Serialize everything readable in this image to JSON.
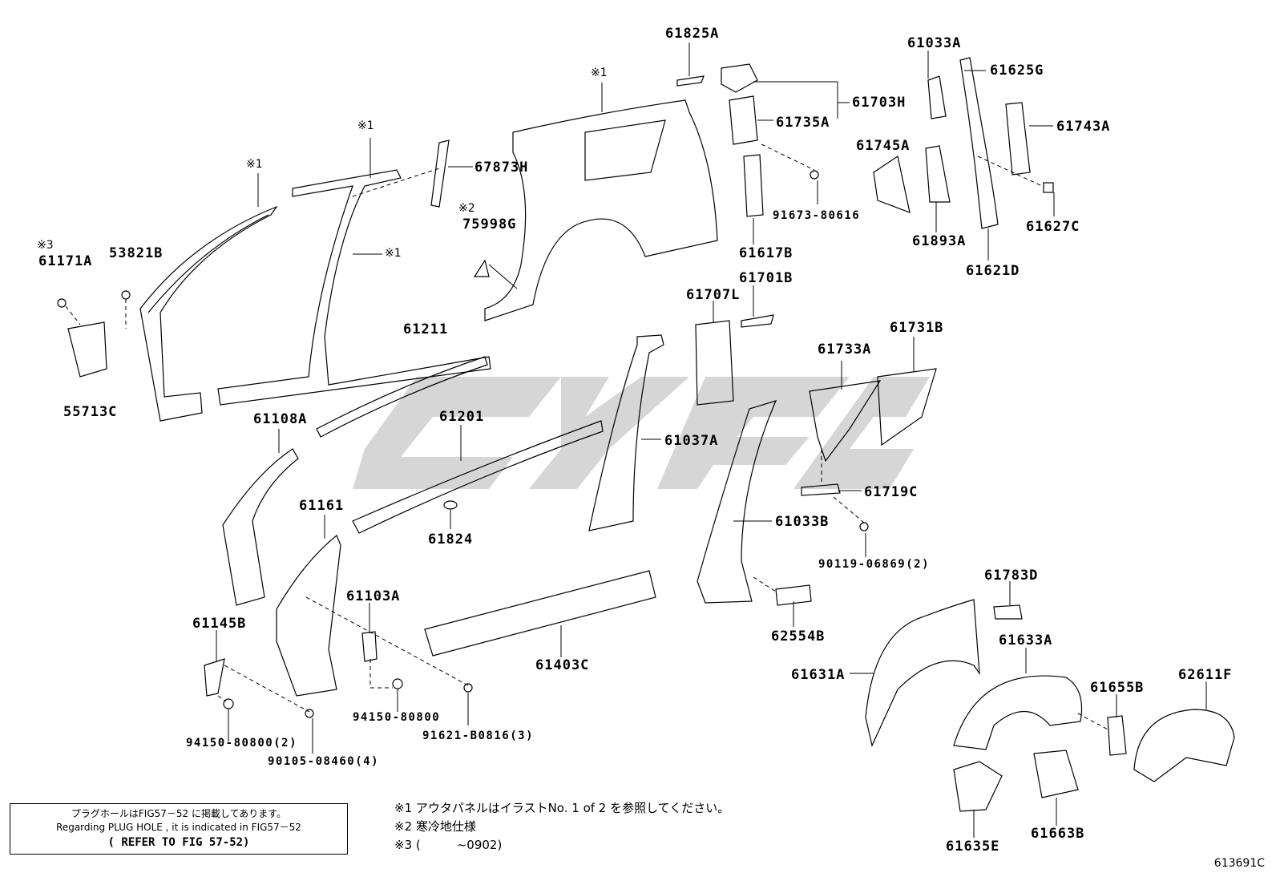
{
  "labels": {
    "p61825A": "61825A",
    "p61033A": "61033A",
    "p61625G": "61625G",
    "p61703H": "61703H",
    "p61735A": "61735A",
    "p61743A": "61743A",
    "p61745A": "61745A",
    "p67873H": "67873H",
    "p75998G": "75998G",
    "p91673": "91673-80616",
    "p61617B": "61617B",
    "p61893A": "61893A",
    "p61627C": "61627C",
    "p61621D": "61621D",
    "p61171A": "61171A",
    "p53821B": "53821B",
    "p55713C": "55713C",
    "p61211": "61211",
    "p61701B": "61701B",
    "p61707L": "61707L",
    "p61733A": "61733A",
    "p61731B": "61731B",
    "p61108A": "61108A",
    "p61201": "61201",
    "p61037A": "61037A",
    "p61719C": "61719C",
    "p61161": "61161",
    "p61824": "61824",
    "p61033B": "61033B",
    "p90119": "90119-06869(2)",
    "p61103A": "61103A",
    "p61783D": "61783D",
    "p61145B": "61145B",
    "p61403C": "61403C",
    "p62554B": "62554B",
    "p61633A": "61633A",
    "p61631A": "61631A",
    "p61655B": "61655B",
    "p62611F": "62611F",
    "p94150a": "94150-80800",
    "p91621": "91621-B0816(3)",
    "p94150b": "94150-80800(2)",
    "p90105": "90105-08460(4)",
    "p61635E": "61635E",
    "p61663B": "61663B"
  },
  "marks": {
    "m1a": "※1",
    "m1b": "※1",
    "m1c": "※1",
    "m1d": "※1",
    "m2": "※2",
    "m3": "※3"
  },
  "note": {
    "line1": "プラグホールはFIG57－52 に掲載してあります。",
    "line2": "Regarding PLUG HOLE , it is indicated in FIG57－52",
    "line3": "( REFER TO FIG 57-52)"
  },
  "footnotes": {
    "f1": "※1 アウタパネルはイラストNo. 1 of 2 を参照してください。",
    "f2": "※2 寒冷地仕様",
    "f3": "※3 (　　　~0902)"
  },
  "illustration_code": "613691C",
  "colors": {
    "line": "#000000",
    "watermark": "#c8c8c8"
  }
}
